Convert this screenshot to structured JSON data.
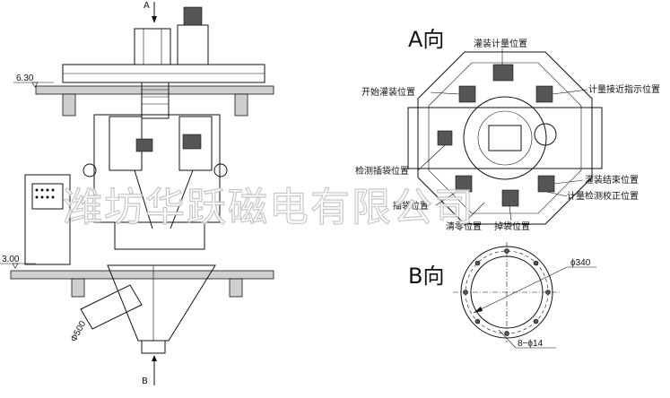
{
  "labels": {
    "arrow_top": "A",
    "arrow_bottom": "B",
    "level_upper": "6.30",
    "level_lower": "3.00",
    "diameter_outlet": "Φ500",
    "view_a_title": "A向",
    "view_b_title": "B向",
    "fill_metering_position": "灌装计量位置",
    "start_filling_position": "开始灌装位置",
    "metering_proximity_position": "计量接近指示位置",
    "detect_bag_insert_position": "检测插袋位置",
    "filling_end_position": "灌装结束位置",
    "metering_check_correction_position": "计量检测校正位置",
    "bag_insert_position": "插袋位置",
    "clean_zero_position": "清零位置",
    "bag_drop_position": "掉袋位置",
    "dia_340": "ϕ340",
    "holes_8_dia_14": "8−ϕ14"
  },
  "watermark": "潍坊华跃磁电有限公司",
  "colors": {
    "line": "#111111",
    "hatch": "#cfcfcf",
    "watermark": "#bdbdbd"
  }
}
